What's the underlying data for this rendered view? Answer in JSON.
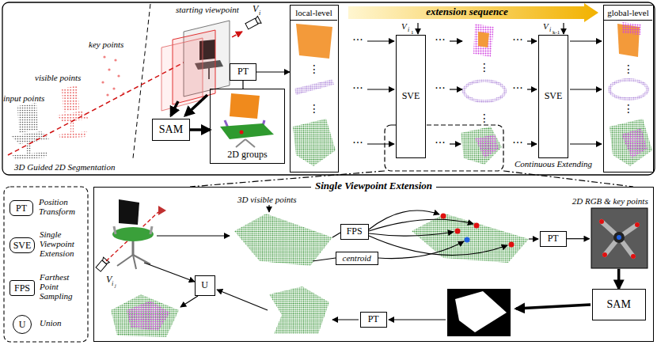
{
  "diagram": {
    "nodes": [
      {
        "text": [
          "SAM"
        ]
      },
      {
        "text": [
          "2D groups"
        ]
      },
      {
        "text": [
          "PT"
        ]
      },
      {
        "text": [
          "local-level"
        ]
      },
      {
        "text": [
          "SVE"
        ]
      },
      {
        "text": [
          "SVE"
        ]
      },
      {
        "text": [
          "global-level"
        ]
      },
      {
        "text": [
          "PT",
          "Position Transform"
        ]
      },
      {
        "text": [
          "SVE",
          "Single Viewpoint Extension"
        ]
      },
      {
        "text": [
          "FPS",
          "Farthest Point Sampling"
        ]
      },
      {
        "text": [
          "U",
          "Union"
        ]
      },
      {
        "text": [
          "Single Viewpoint Extension"
        ]
      },
      {
        "text": [
          "FPS"
        ],
        "in": 11
      },
      {
        "text": [
          "centroid"
        ],
        "in": 11
      },
      {
        "text": [
          "PT"
        ],
        "in": 11
      },
      {
        "text": [
          "2D RGB & key points"
        ],
        "in": 11
      },
      {
        "text": [
          "SAM"
        ],
        "in": 11
      },
      {
        "text": [
          "PT"
        ],
        "in": 11
      },
      {
        "text": [
          "U"
        ],
        "in": 11
      }
    ],
    "edges": [
      {
        "from": 0,
        "to": 1,
        "arrow": "to"
      },
      {
        "from": 1,
        "to": 2,
        "arrow": "none"
      },
      {
        "from": 2,
        "to": 3,
        "arrow": "to"
      },
      {
        "from": 14,
        "to": 15,
        "arrow": "to"
      },
      {
        "from": 15,
        "to": 16,
        "arrow": "to"
      }
    ],
    "labels": [
      "starting viewpoint",
      "V",
      "i",
      "key points",
      "visible points",
      "input points",
      "3D Guided 2D Segmentation",
      "extension sequence",
      "V",
      "i",
      "1",
      "V",
      "i",
      "k-1",
      "···",
      "···",
      "···",
      "···",
      "···",
      "···",
      "···",
      "···",
      "···",
      "⋮",
      "⋮",
      "⋮",
      "⋮",
      "⋮",
      "⋮",
      "Continuous Extending",
      "3D visible points",
      "V",
      "i",
      "j"
    ]
  }
}
